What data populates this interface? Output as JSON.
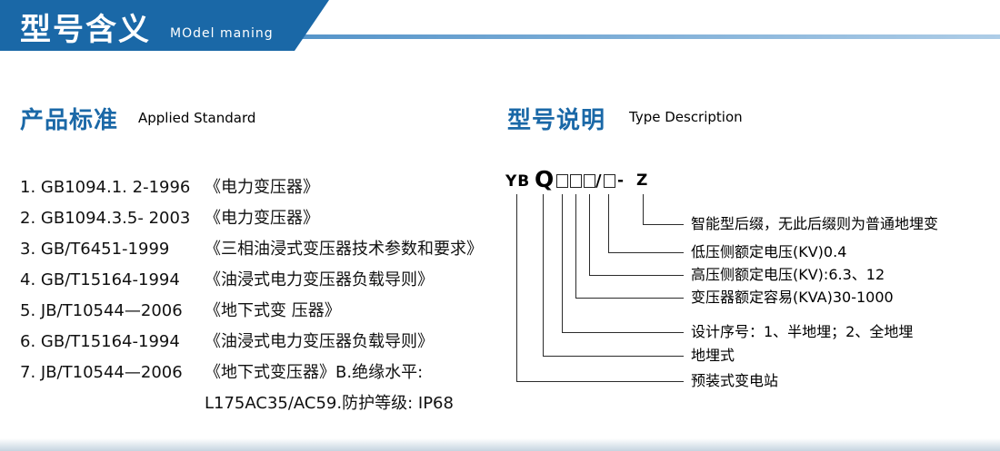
{
  "header": {
    "title": "型号含义",
    "subtitle": "MOdel maning"
  },
  "product_standards": {
    "heading": "产品标准",
    "heading_en": "Applied Standard",
    "items": [
      {
        "code": "1. GB1094.1. 2-1996",
        "title": "《电力变压器》"
      },
      {
        "code": "2. GB1094.3.5- 2003",
        "title": "《电力变压器》"
      },
      {
        "code": "3. GB/T6451-1999",
        "title": "《三相油浸式变压器技术参数和要求》"
      },
      {
        "code": "4. GB/T15164-1994",
        "title": "《油浸式电力变压器负载导则》"
      },
      {
        "code": "5. JB/T10544—2006",
        "title": "《地下式变 压器》"
      },
      {
        "code": "6. GB/T15164-1994",
        "title": "《油浸式电力变压器负载导则》"
      },
      {
        "code": "7. JB/T10544—2006",
        "title": "《地下式变压器》B.绝缘水平:"
      }
    ],
    "continuation": "L175AC35/AC59.防护等级: IP68"
  },
  "type_description": {
    "heading": "型号说明",
    "heading_en": "Type Description",
    "code": {
      "yb": "YB",
      "q": "Q",
      "slash": "/",
      "dash": "-",
      "z": "Z"
    },
    "labels": [
      "智能型后缀，无此后缀则为普通地埋变",
      "低压侧额定电压(KV)0.4",
      "高压侧额定电压(KV):6.3、12",
      "变压器额定容易(KVA)30-1000",
      "设计序号：1、半地埋；2、全地埋",
      "地埋式",
      "预装式变电站"
    ]
  },
  "colors": {
    "banner_blue": "#1a68a7",
    "heading_blue": "#1a68a7",
    "accent_strip": "#2f7cbd"
  }
}
